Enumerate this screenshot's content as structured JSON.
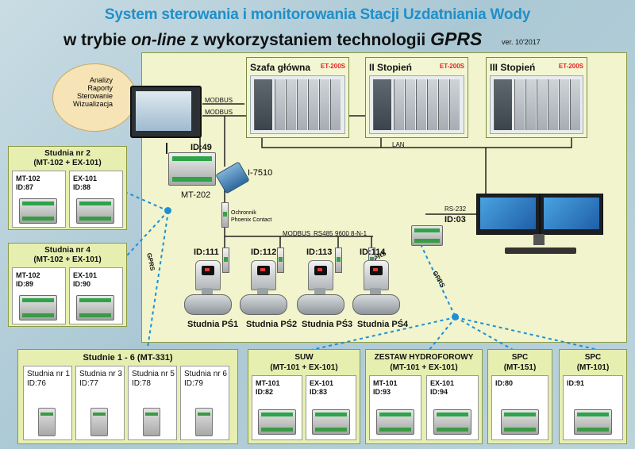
{
  "title": {
    "line1": "System sterowania i monitorowania Stacji Uzdatniania Wody",
    "line2_pre": "w trybie ",
    "line2_italic": "on-line",
    "line2_mid": " z wykorzystaniem technologii ",
    "line2_gprs": "GPRS",
    "version": "ver. 10'2017"
  },
  "operator_panel": {
    "lines": [
      "Analizy",
      "Raporty",
      "Sterowanie",
      "Wizualizacja"
    ]
  },
  "cabinets": [
    {
      "name": "Szafa główna",
      "badge": "ET-200S"
    },
    {
      "name": "II Stopień",
      "badge": "ET-200S"
    },
    {
      "name": "III Stopień",
      "badge": "ET-200S"
    }
  ],
  "links": {
    "modbus1": "MODBUS",
    "modbus2": "MODBUS",
    "lan": "LAN",
    "rs232": "RS-232",
    "modbus_bus": "MODBUS",
    "rs485": "RS485",
    "serial_params": "9600 8-N-1",
    "gprs_left": "GPRS",
    "gprs_right": "GPRS",
    "gprs_mid": "GPRS"
  },
  "devices": {
    "mt202_id": "ID:49",
    "mt202_label": "MT-202",
    "i7510": "I-7510",
    "protector": "Ochronnik\nPhoenix Contact",
    "pc_modem_id": "ID:03"
  },
  "meters": [
    {
      "id": "ID:111",
      "name": "Studnia PŚ1"
    },
    {
      "id": "ID:112",
      "name": "Studnia PŚ2"
    },
    {
      "id": "ID:113",
      "name": "Studnia PŚ3"
    },
    {
      "id": "ID:114",
      "name": "Studnia PŚ4"
    }
  ],
  "wells_left": [
    {
      "title1": "Studnia nr 2",
      "title2": "(MT-102 + EX-101)",
      "cells": [
        {
          "label": "MT-102\nID:87"
        },
        {
          "label": "EX-101\nID:88"
        }
      ]
    },
    {
      "title1": "Studnia nr 4",
      "title2": "(MT-102 + EX-101)",
      "cells": [
        {
          "label": "MT-102\nID:89"
        },
        {
          "label": "EX-101\nID:90"
        }
      ]
    }
  ],
  "wells_bottom": {
    "title": "Studnie 1 - 6 (MT-331)",
    "cells": [
      {
        "name": "Studnia nr 1",
        "id": "ID:76"
      },
      {
        "name": "Studnia nr 3",
        "id": "ID:77"
      },
      {
        "name": "Studnia nr 5",
        "id": "ID:78"
      },
      {
        "name": "Studnia nr 6",
        "id": "ID:79"
      }
    ]
  },
  "stations": [
    {
      "title1": "SUW",
      "title2": "(MT-101 + EX-101)",
      "cells": [
        {
          "label": "MT-101\nID:82"
        },
        {
          "label": "EX-101\nID:83"
        }
      ]
    },
    {
      "title1": "ZESTAW HYDROFOROWY",
      "title2": "(MT-101 + EX-101)",
      "cells": [
        {
          "label": "MT-101\nID:93"
        },
        {
          "label": "EX-101\nID:94"
        }
      ]
    },
    {
      "title1": "SPC",
      "title2": "(MT-151)",
      "cells": [
        {
          "label": "ID:80"
        }
      ]
    },
    {
      "title1": "SPC",
      "title2": "(MT-101)",
      "cells": [
        {
          "label": "ID:91"
        }
      ]
    }
  ]
}
